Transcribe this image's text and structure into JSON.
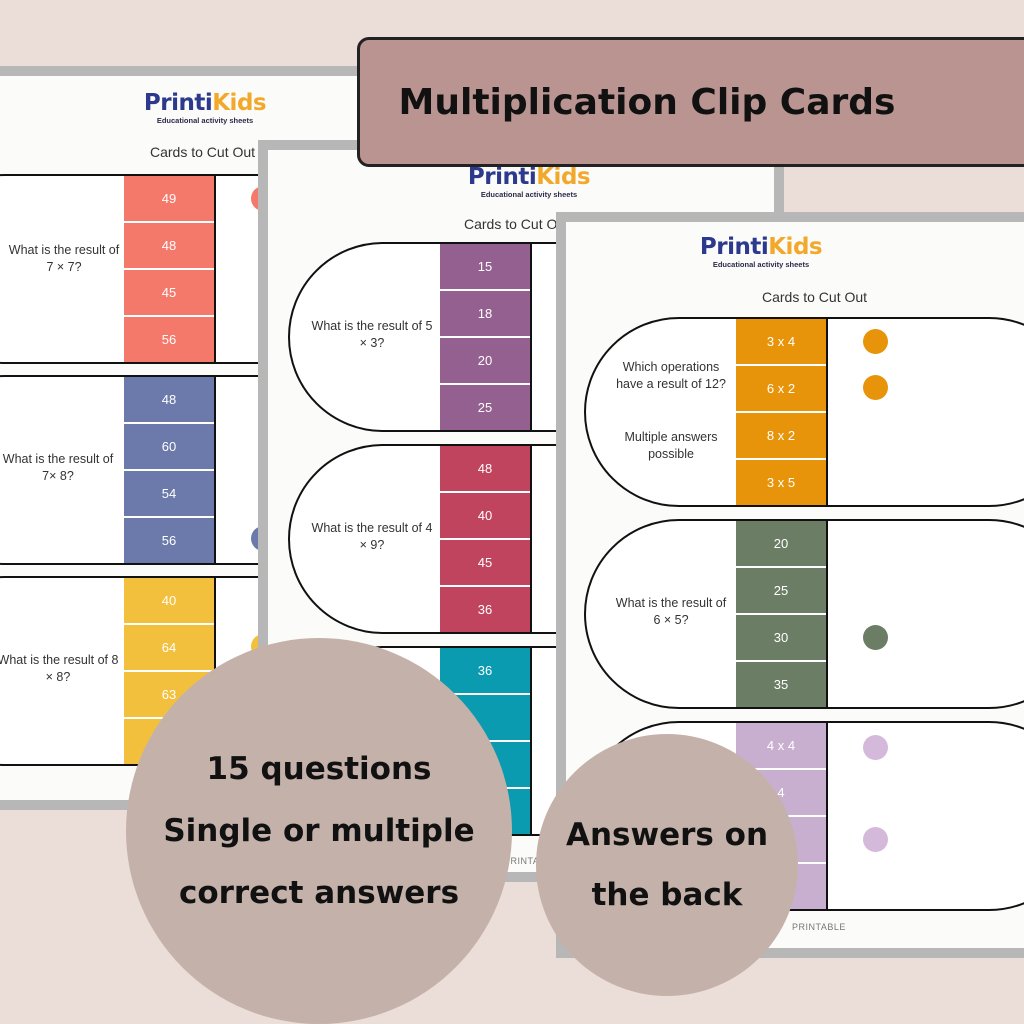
{
  "banner": {
    "title": "Multiplication Clip Cards"
  },
  "badges": {
    "questions": {
      "line1": "15 questions",
      "line2": "Single or multiple",
      "line3": "correct answers"
    },
    "back": {
      "line1": "Answers on",
      "line2": "the back"
    }
  },
  "brand": {
    "name_part1": "Printi",
    "name_part2": "Kids",
    "tagline": "Educational activity sheets"
  },
  "sheets": [
    {
      "title": "Cards to Cut Out",
      "cards": [
        {
          "question": "What is the result of 7 × 7?",
          "color": "#f4796b",
          "answers": [
            "49",
            "48",
            "45",
            "56"
          ],
          "dot_color": "#f4796b"
        },
        {
          "question": "What is the result of 7× 8?",
          "color": "#6b7aab",
          "answers": [
            "48",
            "60",
            "54",
            "56"
          ],
          "dot_color": "#6b7aab"
        },
        {
          "question": "What is the result of 8 × 8?",
          "color": "#f3c03e",
          "answers": [
            "40",
            "64",
            "63"
          ],
          "dot_color": "#f3c03e"
        }
      ]
    },
    {
      "title": "Cards to Cut Out",
      "cards": [
        {
          "question": "What is the result of 5 × 3?",
          "color": "#93608f",
          "answers": [
            "15",
            "18",
            "20",
            "25"
          ]
        },
        {
          "question": "What is the result of 4 × 9?",
          "color": "#c0445d",
          "answers": [
            "48",
            "40",
            "45",
            "36"
          ]
        },
        {
          "question": "",
          "color": "#0b9bb1",
          "answers": [
            "36"
          ]
        }
      ],
      "footer": "PRINTABLE"
    },
    {
      "title": "Cards to Cut Out",
      "cards": [
        {
          "question": "Which operations have a result of 12?",
          "note": "Multiple answers possible",
          "color": "#e8940b",
          "answers": [
            "3 x 4",
            "6 x 2",
            "8 x 2",
            "3 x 5"
          ],
          "dot_color": "#e8940b"
        },
        {
          "question": "What is the result of 6 × 5?",
          "color": "#6b7d65",
          "answers": [
            "20",
            "25",
            "30",
            "35"
          ],
          "dot_color": "#6b7d65"
        },
        {
          "question": "",
          "color": "#c8afd0",
          "answers": [
            "4 x 4",
            "4"
          ],
          "dot_color": "#d5b9da"
        }
      ],
      "footer": "PRINTABLE"
    }
  ]
}
